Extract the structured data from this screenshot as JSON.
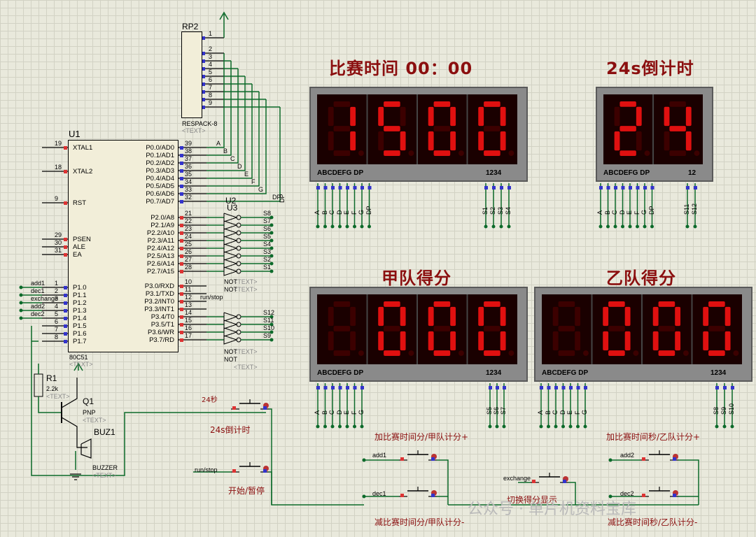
{
  "headings": {
    "match_time": "比赛时间  00：00",
    "shot_clock": "24s倒计时",
    "team_a": "甲队得分",
    "team_b": "乙队得分"
  },
  "displays": {
    "match_time_digits": "1500",
    "shot_clock_digits": "24",
    "team_a_digits": "000",
    "team_b_digits": "000",
    "segment_label": "ABCDEFG  DP",
    "digit_label_4": "1234",
    "digit_label_2": "12"
  },
  "components": {
    "rp2_name": "RP2",
    "rp2_type": "RESPACK-8",
    "u1_name": "U1",
    "u1_type": "80C51",
    "u2_name": "U2",
    "u3_name": "U3",
    "r1_name": "R1",
    "r1_value": "2.2k",
    "q1_name": "Q1",
    "q1_type": "PNP",
    "buz1_name": "BUZ1",
    "buz1_type": "BUZZER",
    "text_placeholder": "<TEXT>",
    "not_label": "NOT"
  },
  "mcu_left_pins": [
    {
      "num": "19",
      "name": "XTAL1"
    },
    {
      "num": "18",
      "name": "XTAL2"
    },
    {
      "num": "9",
      "name": "RST"
    },
    {
      "num": "29",
      "name": "PSEN"
    },
    {
      "num": "30",
      "name": "ALE"
    },
    {
      "num": "31",
      "name": "EA"
    },
    {
      "num": "1",
      "name": "P1.0"
    },
    {
      "num": "2",
      "name": "P1.1"
    },
    {
      "num": "3",
      "name": "P1.2"
    },
    {
      "num": "4",
      "name": "P1.3"
    },
    {
      "num": "5",
      "name": "P1.4"
    },
    {
      "num": "6",
      "name": "P1.5"
    },
    {
      "num": "7",
      "name": "P1.6"
    },
    {
      "num": "8",
      "name": "P1.7"
    }
  ],
  "mcu_right_pins": [
    {
      "num": "39",
      "name": "P0.0/AD0"
    },
    {
      "num": "38",
      "name": "P0.1/AD1"
    },
    {
      "num": "37",
      "name": "P0.2/AD2"
    },
    {
      "num": "36",
      "name": "P0.3/AD3"
    },
    {
      "num": "35",
      "name": "P0.4/AD4"
    },
    {
      "num": "34",
      "name": "P0.5/AD5"
    },
    {
      "num": "33",
      "name": "P0.6/AD6"
    },
    {
      "num": "32",
      "name": "P0.7/AD7"
    },
    {
      "num": "21",
      "name": "P2.0/A8"
    },
    {
      "num": "22",
      "name": "P2.1/A9"
    },
    {
      "num": "23",
      "name": "P2.2/A10"
    },
    {
      "num": "24",
      "name": "P2.3/A11"
    },
    {
      "num": "25",
      "name": "P2.4/A12"
    },
    {
      "num": "26",
      "name": "P2.5/A13"
    },
    {
      "num": "27",
      "name": "P2.6/A14"
    },
    {
      "num": "28",
      "name": "P2.7/A15"
    },
    {
      "num": "10",
      "name": "P3.0/RXD"
    },
    {
      "num": "11",
      "name": "P3.1/TXD"
    },
    {
      "num": "12",
      "name": "P3.2/INT0"
    },
    {
      "num": "13",
      "name": "P3.3/INT1"
    },
    {
      "num": "14",
      "name": "P3.4/T0"
    },
    {
      "num": "15",
      "name": "P3.5/T1"
    },
    {
      "num": "16",
      "name": "P3.6/WR"
    },
    {
      "num": "17",
      "name": "P3.7/RD"
    }
  ],
  "rp2_pins": [
    "1",
    "2",
    "3",
    "4",
    "5",
    "6",
    "7",
    "8",
    "9"
  ],
  "p0_nets": [
    "A",
    "B",
    "C",
    "D",
    "E",
    "F",
    "G",
    "DP"
  ],
  "p1_nets": [
    "add1",
    "dec1",
    "exchange",
    "add2",
    "dec2"
  ],
  "s_labels_p2": [
    "S8",
    "S7",
    "S6",
    "S5",
    "S4",
    "S3",
    "S2",
    "S1"
  ],
  "s_labels_p3": [
    "S12",
    "S11",
    "S10",
    "S9"
  ],
  "runstop_net": "run/stop",
  "display_net_labels": {
    "segs": [
      "A",
      "B",
      "C",
      "D",
      "E",
      "F",
      "G",
      "DP"
    ],
    "segs_no_dp": [
      "A",
      "B",
      "C",
      "D",
      "E",
      "F",
      "G"
    ],
    "match_time_digits": [
      "S1",
      "S2",
      "S3",
      "S4"
    ],
    "shot_clock_digits": [
      "S11",
      "S12"
    ],
    "team_a_digits": [
      "S5",
      "S6",
      "S7"
    ],
    "team_b_digits": [
      "S8",
      "S9",
      "S10"
    ]
  },
  "buttons": {
    "b24_net": "24秒",
    "b24_label": "24s倒计时",
    "runstop_net": "run/stop",
    "runstop_label": "开始/暂停",
    "add1_net": "add1",
    "add1_label": "加比赛时间分/甲队计分+",
    "dec1_net": "dec1",
    "dec1_label": "减比赛时间分/甲队计分-",
    "exchange_net": "exchange",
    "exchange_label": "切换得分显示",
    "add2_net": "add2",
    "add2_label": "加比赛时间秒/乙队计分+",
    "dec2_net": "dec2",
    "dec2_label": "减比赛时间秒/乙队计分-"
  },
  "watermark": "公众号 · 单片机资料宝库",
  "colors": {
    "wire": "#0c6a2a",
    "segment_on": "#e01010",
    "segment_off": "#3c0000",
    "heading": "#8b0f0f"
  }
}
